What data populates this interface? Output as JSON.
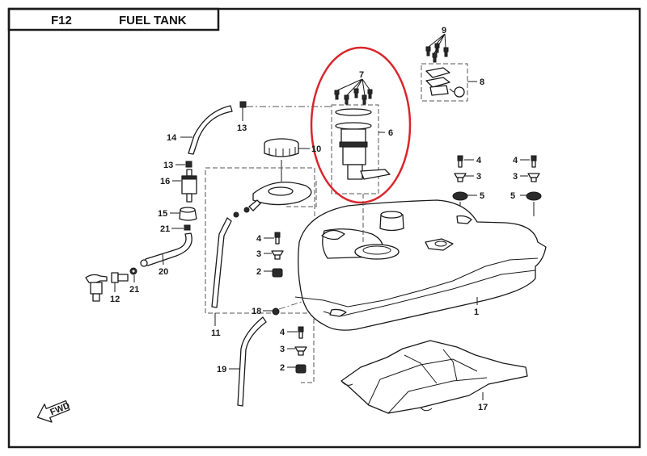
{
  "header": {
    "code": "F12",
    "title": "FUEL TANK"
  },
  "fwd_label": "FWD",
  "highlight_color": "#d9262c",
  "highlighted_part": "6",
  "callouts": {
    "c1": "1",
    "c2a": "2",
    "c2b": "2",
    "c3a": "3",
    "c3b": "3",
    "c3c": "3",
    "c3d": "3",
    "c4a": "4",
    "c4b": "4",
    "c4c": "4",
    "c4d": "4",
    "c5a": "5",
    "c5b": "5",
    "c6": "6",
    "c7": "7",
    "c8": "8",
    "c9": "9",
    "c10": "10",
    "c11": "11",
    "c12": "12",
    "c13a": "13",
    "c13b": "13",
    "c14": "14",
    "c15": "15",
    "c16": "16",
    "c17": "17",
    "c18": "18",
    "c19": "19",
    "c20": "20",
    "c21a": "21",
    "c21b": "21"
  }
}
